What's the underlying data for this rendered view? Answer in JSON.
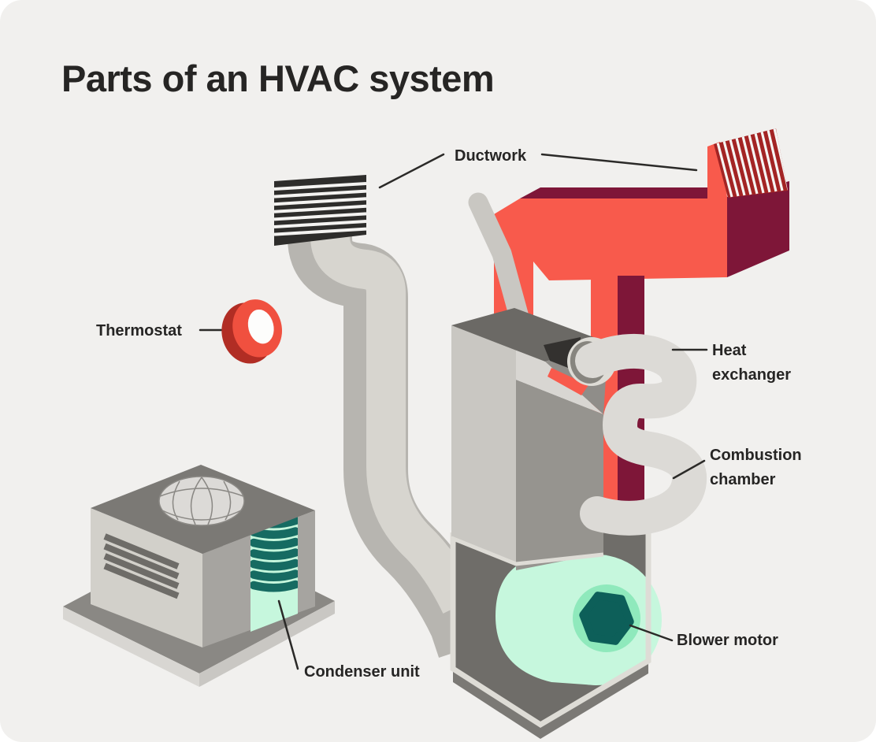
{
  "title": "Parts of an HVAC system",
  "labels": {
    "ductwork": "Ductwork",
    "thermostat": "Thermostat",
    "heat_exchanger": "Heat exchanger",
    "combustion_chamber": "Combustion chamber",
    "blower_motor": "Blower motor",
    "condenser_unit": "Condenser unit"
  },
  "colors": {
    "background": "#f1f0ee",
    "text": "#262524",
    "duct_red": "#f85a4c",
    "duct_maroon": "#7e1638",
    "vent_red": "#a32424",
    "thermostat_red": "#f0503f",
    "thermostat_dark_red": "#b12d24",
    "blower_mint": "#c6f7dd",
    "motor_ring_green": "#8fe9bc",
    "motor_teal": "#0d5f59",
    "coil_teal": "#166b62",
    "metal_light": "#d2d0ca",
    "metal_mid": "#96948f",
    "metal_dark": "#6b6965",
    "grille_black": "#2e2d2b",
    "leader_line": "#2b2a28"
  }
}
